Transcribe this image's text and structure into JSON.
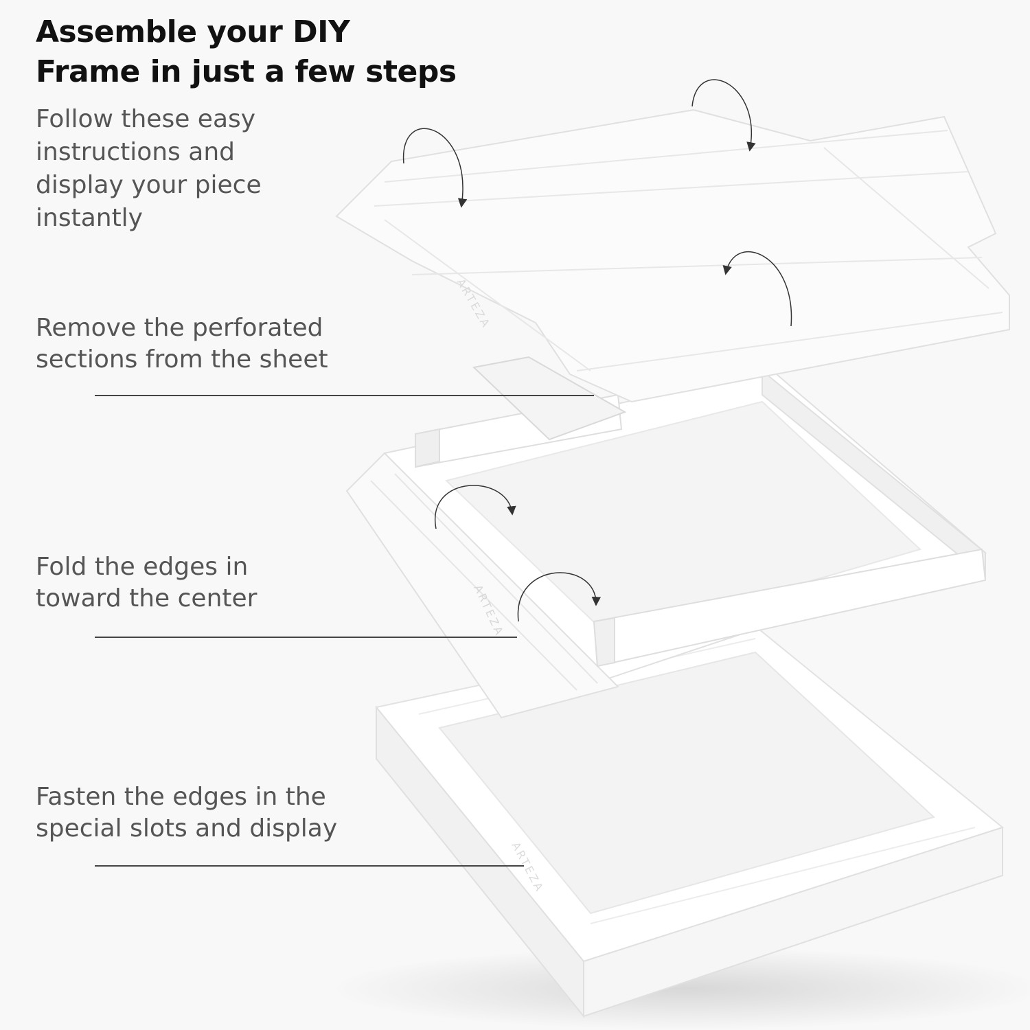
{
  "headline": [
    "Assemble your DIY",
    "Frame in just a few steps"
  ],
  "intro": [
    "Follow these easy",
    "instructions and",
    "display your piece",
    "instantly"
  ],
  "steps": [
    {
      "lines": [
        "Remove the perforated",
        "sections from the sheet"
      ]
    },
    {
      "lines": [
        "Fold the edges in",
        "toward the center"
      ]
    },
    {
      "lines": [
        "Fasten the edges in the",
        "special slots and display"
      ]
    }
  ],
  "brand_mark": "ARTEZA",
  "colors": {
    "background": "#f8f8f8",
    "headline": "#111111",
    "body_text": "#555555",
    "leader_line": "#444444",
    "paper": "#ffffff"
  }
}
